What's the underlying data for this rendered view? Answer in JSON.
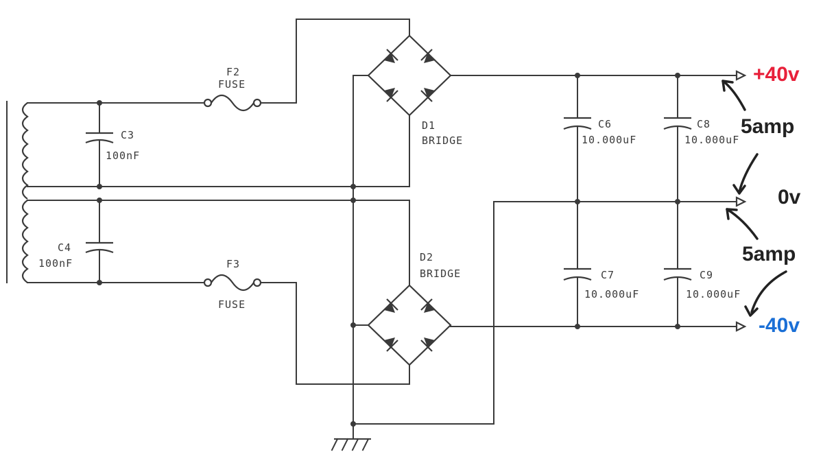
{
  "components": {
    "f2": {
      "ref": "F2",
      "type": "FUSE"
    },
    "f3": {
      "ref": "F3",
      "type": "FUSE"
    },
    "c3": {
      "ref": "C3",
      "value": "100nF"
    },
    "c4": {
      "ref": "C4",
      "value": "100nF"
    },
    "d1": {
      "ref": "D1",
      "type": "BRIDGE"
    },
    "d2": {
      "ref": "D2",
      "type": "BRIDGE"
    },
    "c6": {
      "ref": "C6",
      "value": "10.000uF"
    },
    "c7": {
      "ref": "C7",
      "value": "10.000uF"
    },
    "c8": {
      "ref": "C8",
      "value": "10.000uF"
    },
    "c9": {
      "ref": "C9",
      "value": "10.000uF"
    }
  },
  "outputs": {
    "pos": {
      "label": "+40v",
      "color": "#e8203a"
    },
    "zero": {
      "label": "0v",
      "color": "#222222"
    },
    "neg": {
      "label": "-40v",
      "color": "#1a6fd6"
    }
  },
  "annotations": {
    "current_top": "5amp",
    "current_bottom": "5amp"
  }
}
